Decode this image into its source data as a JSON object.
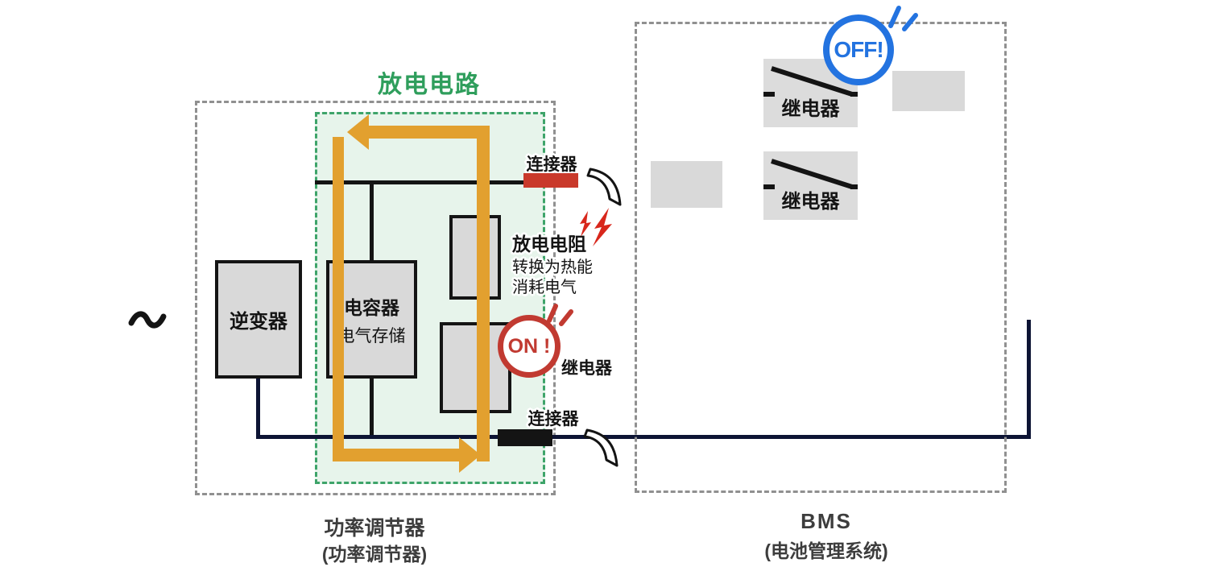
{
  "diagram": {
    "discharge_circuit_title": "放电电路",
    "power_conditioner": {
      "caption_line1": "功率调节器",
      "caption_line2": "(功率调节器)",
      "inverter_label": "逆变器",
      "capacitor_label": "电容器",
      "capacitor_sublabel": "电气存储",
      "circuit_relay_label": "继电器"
    },
    "connectors": {
      "top_label": "连接器",
      "bottom_label": "连接器"
    },
    "discharge_resistor": {
      "title": "放电电阻",
      "desc_line1": "转换为热能",
      "desc_line2": "消耗电气"
    },
    "badges": {
      "on_label": "ON !",
      "off_label": "OFF!"
    },
    "bms": {
      "caption_line1": "BMS",
      "caption_line2": "(电池管理系统)",
      "relay1_label": "继电器",
      "relay2_label": "继电器"
    },
    "colors": {
      "highlight_green_fill": "#e7f4eb",
      "green_dash_border": "#3ea46a",
      "title_green": "#2f9e5c",
      "flow_orange": "#e2a02f",
      "connector_red": "#c9392b",
      "alert_red": "#c13a31",
      "off_blue": "#2373e0",
      "wire_navy": "#0d1434",
      "component_gray": "#d9d9d9",
      "caption_gray": "#3d3d3d"
    }
  }
}
